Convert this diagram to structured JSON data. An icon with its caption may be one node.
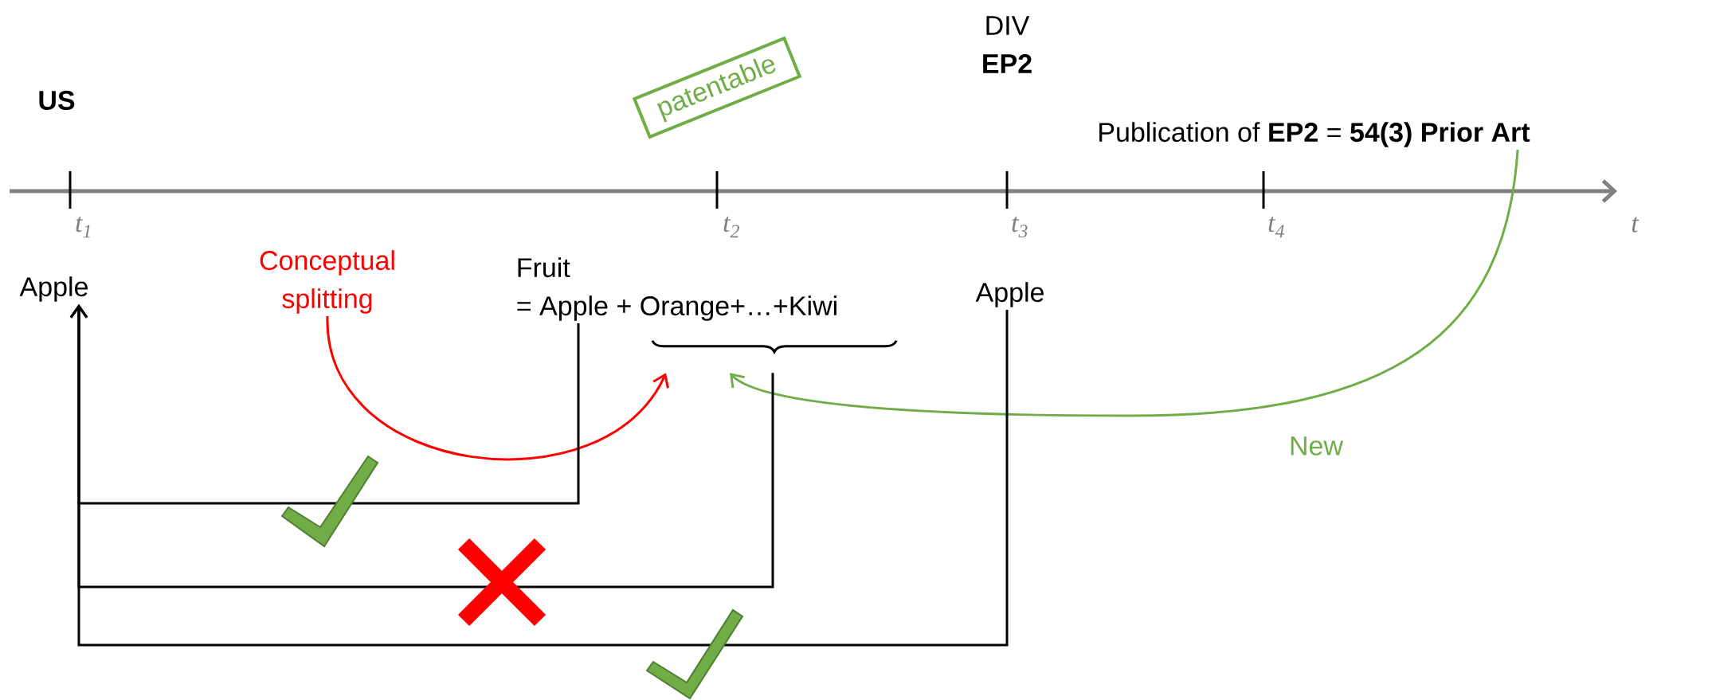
{
  "diagram": {
    "nodes": [
      {
        "text": [
          "US"
        ]
      },
      {
        "text": [
          "DIV",
          "EP2"
        ]
      },
      {
        "text": [
          "Publication of **EP2** = **54(3) Prior Art**"
        ]
      },
      {
        "text": [
          "patentable"
        ]
      },
      {
        "text": [
          "Apple"
        ]
      },
      {
        "text": [
          "Conceptual splitting"
        ]
      },
      {
        "text": [
          "Fruit",
          "= Apple + Orange+…+Kiwi"
        ]
      },
      {
        "text": [
          "Apple"
        ]
      },
      {
        "text": [],
        "shape": "brace"
      }
    ],
    "edges": [
      {
        "from": 5,
        "to": 8,
        "arrow": "to",
        "color": "#ff0000"
      },
      {
        "from": 2,
        "to": 8,
        "arrow": "to",
        "label": "New",
        "color": "#70ad47"
      },
      {
        "from": 6,
        "to": 4,
        "arrow": "to"
      },
      {
        "from": 8,
        "to": 4,
        "arrow": "to"
      },
      {
        "from": 7,
        "to": 4,
        "arrow": "to"
      }
    ],
    "labels": [
      "t$_{1}$",
      "t$_{2}$",
      "t$_{3}$",
      "t$_{4}$",
      "t"
    ]
  }
}
